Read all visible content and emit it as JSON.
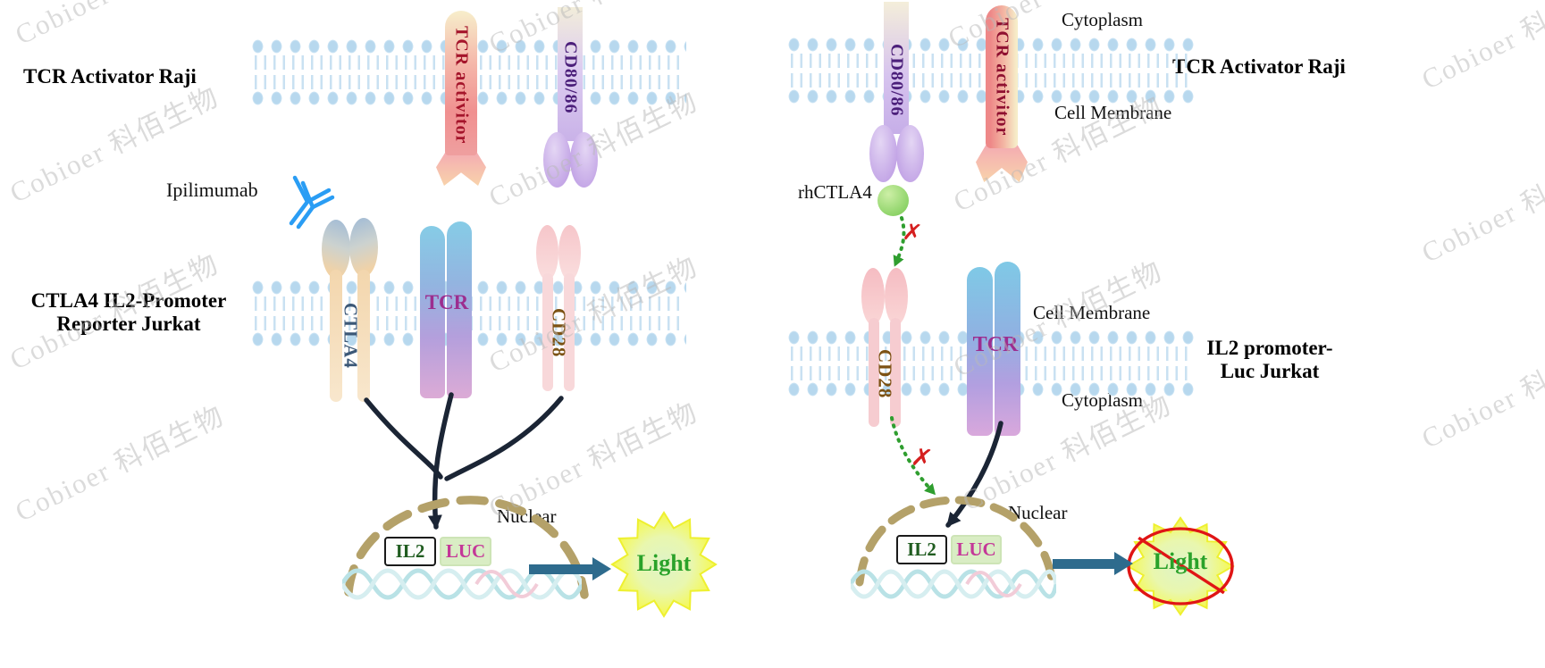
{
  "watermark": {
    "text": "Cobioer 科佰生物"
  },
  "icons": {
    "red_x": "✗"
  },
  "colors": {
    "membrane_blue": "#b7d8ee",
    "antibody_blue": "#2a9df4",
    "inhibit_green": "#2f9e2f",
    "block_red": "#d51f1f",
    "nucleus_tan": "#b4a169",
    "light_yellow": "#f4f85c",
    "light_text_green": "#2aa22a",
    "result_arrow_teal": "#2e6b8d",
    "signal_black": "#1b2535"
  },
  "left": {
    "raji_label": "TCR Activator Raji",
    "tcr_activator_label": "TCR activitor",
    "cd80_86_label": "CD80/86",
    "antibody_label": "Ipilimumab",
    "ctla4_label": "CTLA4",
    "tcr_label": "TCR",
    "cd28_label": "CD28",
    "jurkat_line1": "CTLA4 IL2-Promoter",
    "jurkat_line2": "Reporter Jurkat",
    "nuclear_label": "Nuclear",
    "il2": "IL2",
    "luc": "LUC",
    "light": "Light"
  },
  "right": {
    "cytoplasm_top": "Cytoplasm",
    "raji_label": "TCR Activator Raji",
    "cell_membrane_top": "Cell Membrane",
    "cd80_86_label": "CD80/86",
    "tcr_activator_label": "TCR activitor",
    "rhctla4_label": "rhCTLA4",
    "cd28_label": "CD28",
    "tcr_label": "TCR",
    "cell_membrane_bottom": "Cell Membrane",
    "jurkat_line1": "IL2 promoter-",
    "jurkat_line2": "Luc Jurkat",
    "cytoplasm_bottom": "Cytoplasm",
    "nuclear_label": "Nuclear",
    "il2": "IL2",
    "luc": "LUC",
    "light": "Light"
  }
}
